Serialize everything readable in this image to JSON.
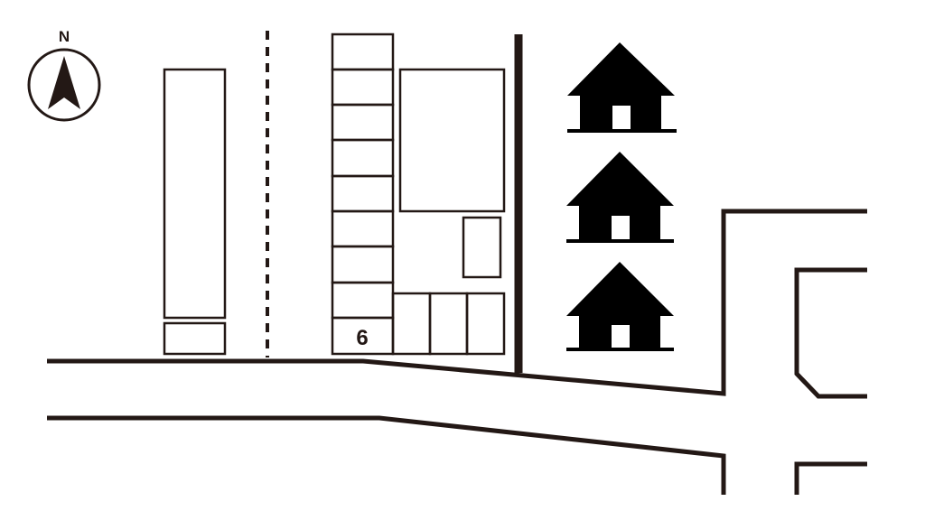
{
  "compass": {
    "north_label": "N",
    "icon": "north-arrow-icon"
  },
  "parking": {
    "highlighted_space": "6"
  },
  "houses": {
    "count": 3,
    "icon": "house-icon"
  },
  "colors": {
    "ink": "#231815",
    "background": "#ffffff"
  }
}
